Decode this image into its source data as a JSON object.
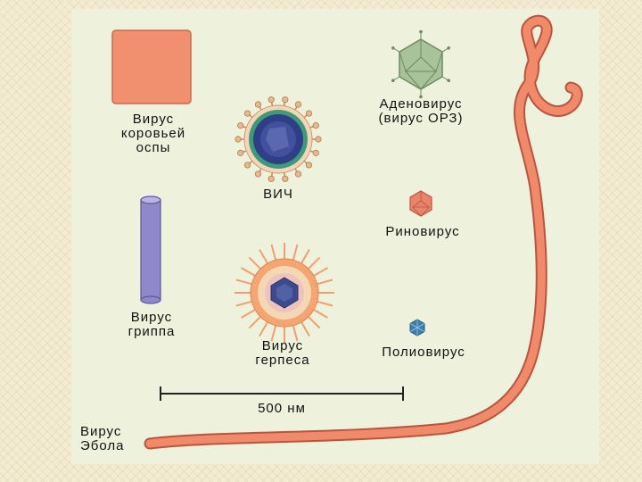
{
  "viruses": {
    "cowpox": {
      "line1": "Вирус",
      "line2": "коровьей",
      "line3": "оспы"
    },
    "hiv": {
      "label": "ВИЧ"
    },
    "adeno": {
      "line1": "Аденовирус",
      "line2": "(вирус ОРЗ)"
    },
    "rhino": {
      "label": "Риновирус"
    },
    "flu": {
      "line1": "Вирус",
      "line2": "гриппа"
    },
    "herpes": {
      "line1": "Вирус",
      "line2": "герпеса"
    },
    "polio": {
      "label": "Полиовирус"
    },
    "ebola": {
      "line1": "Вирус",
      "line2": "Эбола"
    }
  },
  "scale_bar": {
    "label": "500 нм"
  },
  "colors": {
    "ebola": "#f08a6a",
    "cowpox": "#f0906e",
    "flu": "#8f88c9",
    "hiv_core": "#2f3f86",
    "herpes_envelope": "#f4a571",
    "adeno": "#9db88e"
  }
}
